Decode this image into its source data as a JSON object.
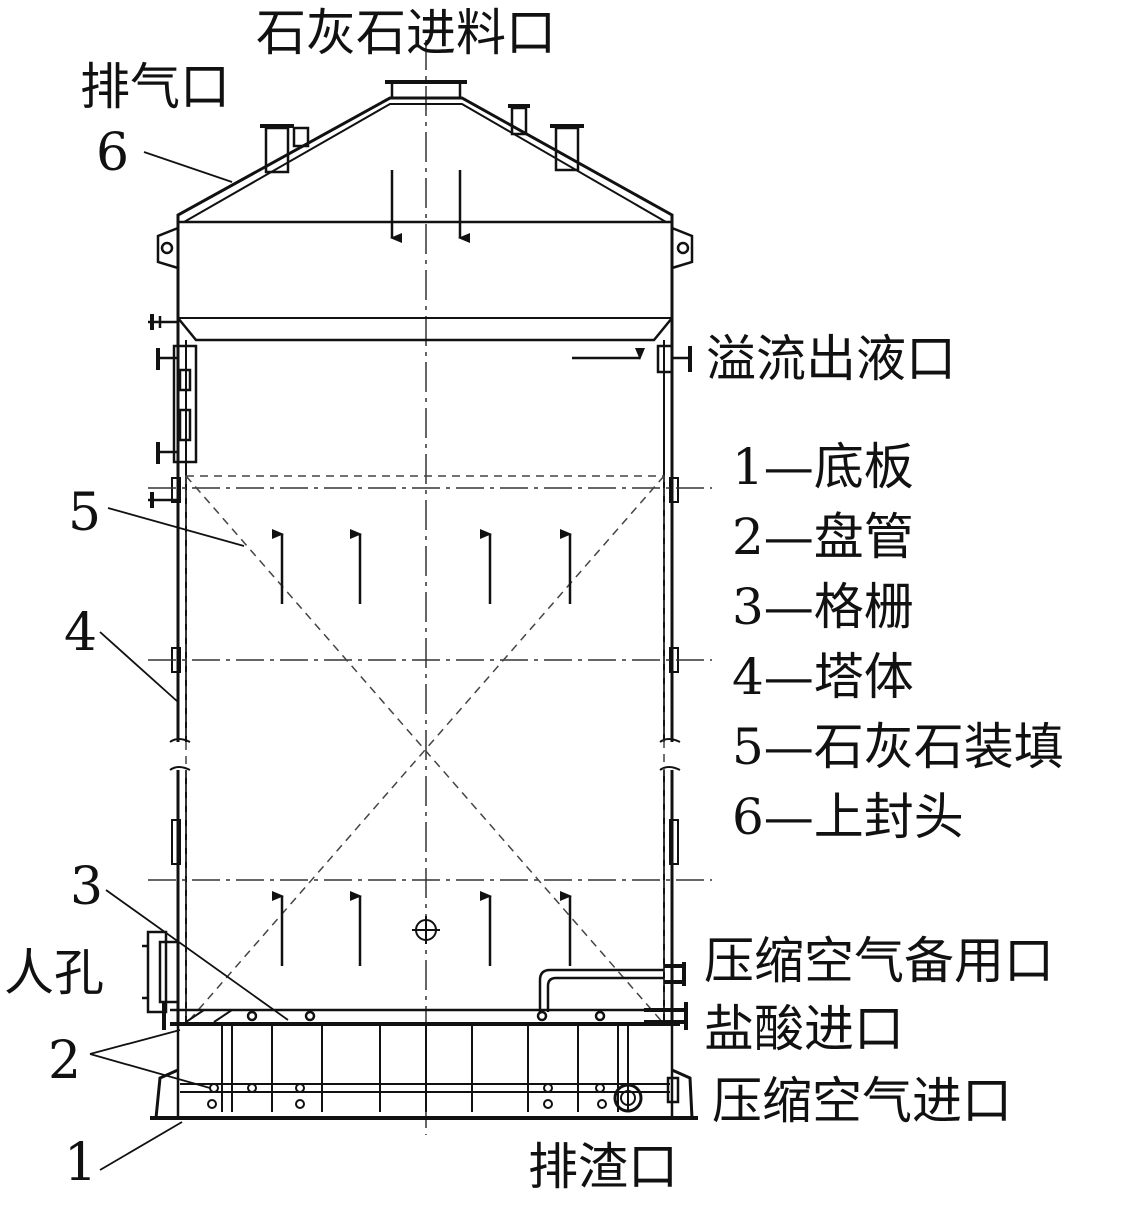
{
  "diagram": {
    "top_labels": {
      "limestone_inlet": "石灰石进料口",
      "exhaust_port": "排气口",
      "overflow_outlet": "溢流出液口",
      "manhole": "人孔",
      "compressed_air_spare": "压缩空气备用口",
      "hcl_inlet": "盐酸进口",
      "compressed_air_inlet": "压缩空气进口",
      "slag_outlet": "排渣口"
    },
    "callouts": {
      "n1": "1",
      "n2": "2",
      "n3": "3",
      "n4": "4",
      "n5": "5",
      "n6": "6"
    },
    "legend": [
      "1—底板",
      "2—盘管",
      "3—格栅",
      "4—塔体",
      "5—石灰石装填",
      "6—上封头"
    ]
  }
}
